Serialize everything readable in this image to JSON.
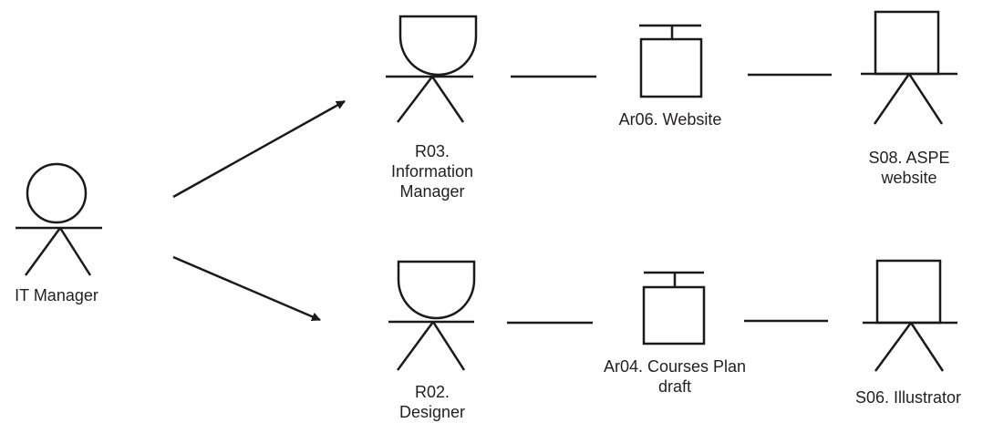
{
  "colors": {
    "stroke": "#1a1a1a",
    "text": "#231f20",
    "background": "#ffffff"
  },
  "actors": {
    "it_manager": {
      "label": "IT Manager",
      "icon": "actor-circle-icon"
    },
    "information_manager": {
      "label": "R03.\nInformation\nManager",
      "icon": "role-cup-icon"
    },
    "designer": {
      "label": "R02.\nDesigner",
      "icon": "role-cup-icon"
    },
    "aspe_website": {
      "label": "S08. ASPE\nwebsite",
      "icon": "system-box-icon"
    },
    "illustrator": {
      "label": "S06. Illustrator",
      "icon": "system-box-icon"
    }
  },
  "artifacts": {
    "website": {
      "label": "Ar06. Website",
      "icon": "artifact-weight-icon"
    },
    "courses_plan": {
      "label": "Ar04. Courses Plan\ndraft",
      "icon": "artifact-weight-icon"
    }
  }
}
